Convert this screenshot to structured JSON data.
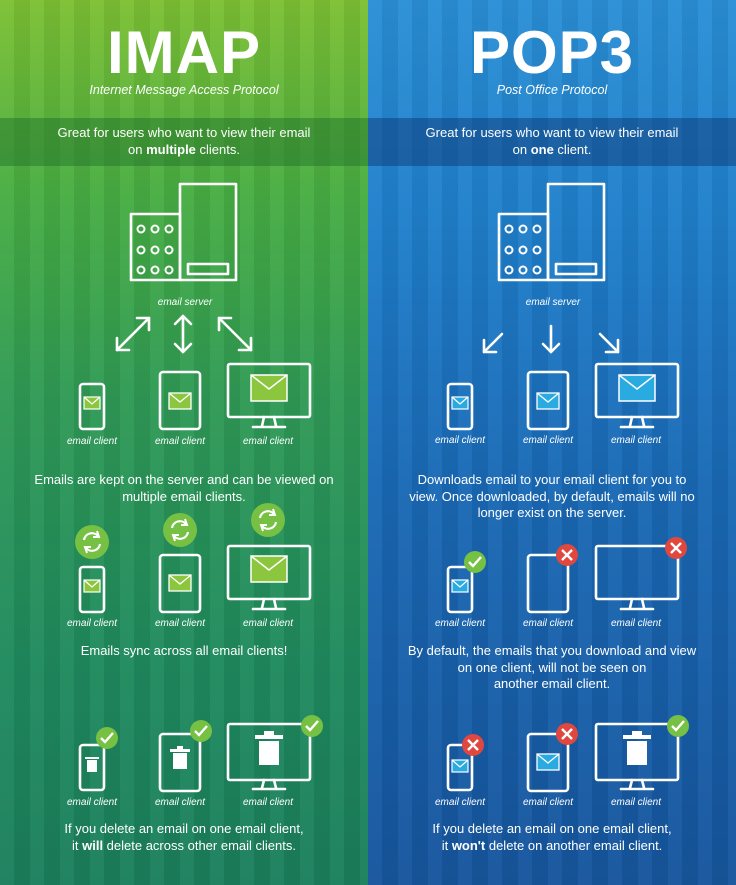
{
  "imap": {
    "title": "IMAP",
    "subtitle": "Internet Message Access Protocol",
    "intro_a": "Great for users who want to view their email",
    "intro_b_prefix": "on ",
    "intro_b_bold": "multiple",
    "intro_b_suffix": " clients.",
    "server_label": "email server",
    "client_label": "email client",
    "text1_a": "Emails are kept on the server and can be viewed on",
    "text1_b": "multiple email clients.",
    "text2": "Emails sync across all email clients!",
    "text3_a": "If you delete an email on one email client,",
    "text3_b_prefix": "it ",
    "text3_b_bold": "will",
    "text3_b_suffix": " delete across other email clients."
  },
  "pop3": {
    "title": "POP3",
    "subtitle": "Post Office Protocol",
    "intro_a": "Great for users who want to view their email",
    "intro_b_prefix": "on ",
    "intro_b_bold": "one",
    "intro_b_suffix": " client.",
    "server_label": "email server",
    "client_label": "email client",
    "text1_a": "Downloads email to your email client for you to",
    "text1_b": "view. Once downloaded, by default, emails will no",
    "text1_c": "longer exist on the server.",
    "text2_a": "By default, the emails that you download and view",
    "text2_b": "on one client, will not be seen on",
    "text2_c": "another email client.",
    "text3_a": "If you delete an email on one email client,",
    "text3_b_prefix": "it ",
    "text3_b_bold": "won't",
    "text3_b_suffix": " delete on another email client."
  },
  "colors": {
    "imap_top": "#7dc033",
    "imap_bottom": "#1b7f5d",
    "pop3_top": "#2a8fd6",
    "pop3_bottom": "#16559d",
    "imap_envelope": "#8cc63f",
    "pop3_envelope": "#29abe2",
    "check_green": "#76c043",
    "cross_red": "#e0473e",
    "sync_green": "#76c043"
  },
  "icons": [
    "server-icon",
    "arrow-icon",
    "phone-icon",
    "tablet-icon",
    "monitor-icon",
    "envelope-icon",
    "sync-icon",
    "check-icon",
    "cross-icon",
    "trash-icon"
  ]
}
